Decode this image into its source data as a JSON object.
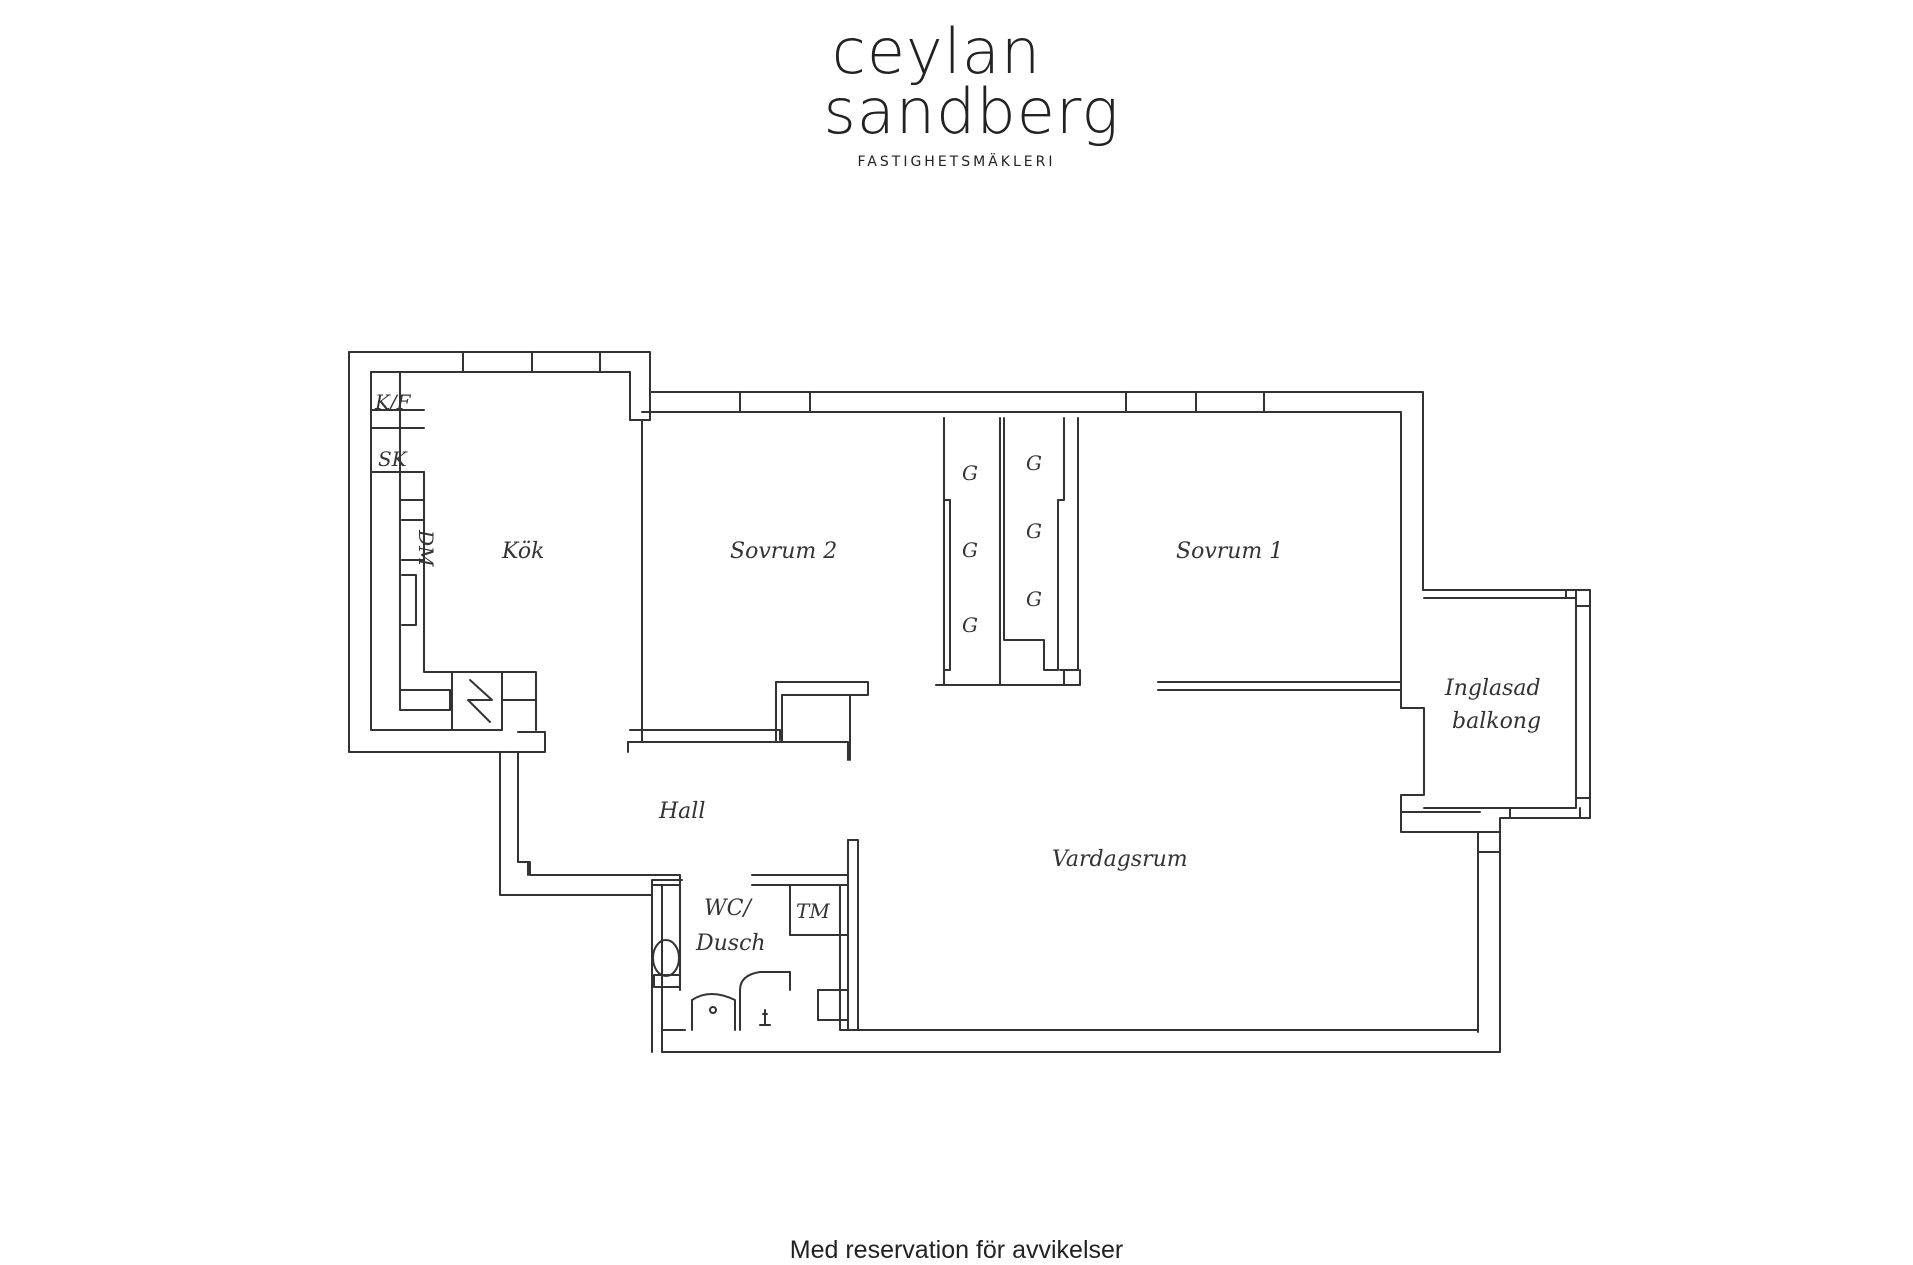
{
  "brand": {
    "line1": "ceylan",
    "line2": "sandberg",
    "subtitle": "FASTIGHETSMÄKLERI"
  },
  "plan": {
    "rooms": {
      "kok": "Kök",
      "sovrum2": "Sovrum 2",
      "sovrum1": "Sovrum 1",
      "hall": "Hall",
      "vardagsrum": "Vardagsrum",
      "balkong_line1": "Inglasad",
      "balkong_line2": "balkong",
      "wc_line1": "WC/",
      "wc_line2": "Dusch"
    },
    "fixtures": {
      "kf": "K/F",
      "sk": "SK",
      "dm": "DM",
      "tm": "TM",
      "garderob": "G"
    }
  },
  "footer": {
    "note": "Med reservation för avvikelser"
  }
}
